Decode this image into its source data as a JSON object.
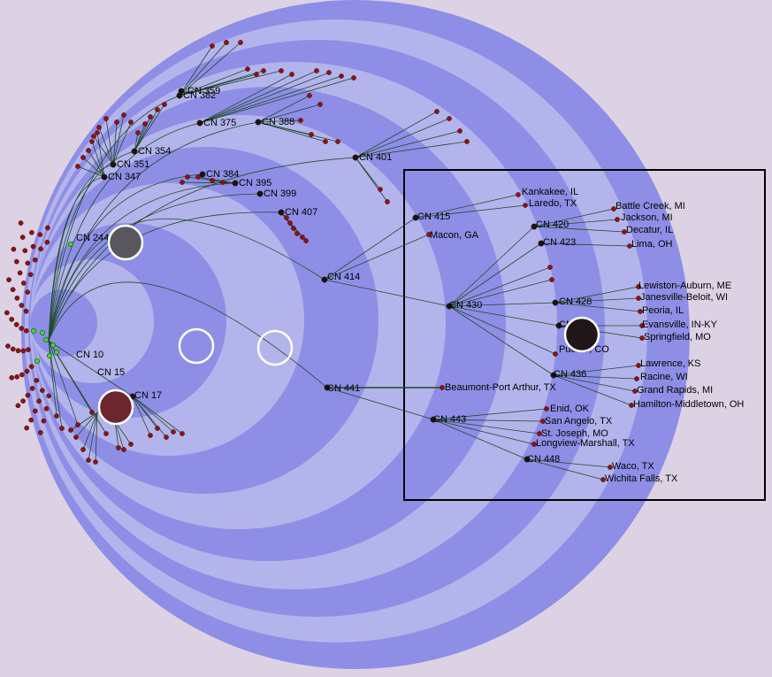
{
  "colors": {
    "background": "#dcd2e4",
    "ring_dark": "#8e8ee6",
    "ring_light": "#b4b4ec",
    "edge": "#1f4a2a",
    "leaf_node": "#8a1414",
    "internal_node": "#151515",
    "highlight_node": "#33dd33",
    "focus_box": "#000000",
    "handle_gray": "#5a5660",
    "handle_maroon": "#6b2630",
    "handle_black": "#1e1618"
  },
  "cluster_labels": [
    "CN 414",
    "CN 441",
    "CN 415",
    "CN 420",
    "CN 423",
    "CN 430",
    "CN 428",
    "CN 433",
    "CN 436",
    "CN 443",
    "CN 448",
    "CN 401",
    "CN 399",
    "CN 407",
    "CN 395",
    "CN 384",
    "CN 375",
    "CN 388",
    "CN 382",
    "CN 359",
    "CN 354",
    "CN 351",
    "CN 347",
    "CN 244",
    "CN 10",
    "CN 15",
    "CN 17"
  ],
  "city_labels": [
    "Kankakee, IL",
    "Laredo, TX",
    "Macon, GA",
    "Battle Creek, MI",
    "Jackson, MI",
    "Decatur, IL",
    "Lima, OH",
    "Lewiston-Auburn, ME",
    "Janesville-Beloit, WI",
    "Peoria, IL",
    "Evansville, IN-KY",
    "Springfield, MO",
    "Pueblo, CO",
    "Lawrence, KS",
    "Racine, WI",
    "Grand Rapids, MI",
    "Hamilton-Middletown, OH",
    "Beaumont-Port Arthur, TX",
    "Enid, OK",
    "San Angelo, TX",
    "St. Joseph, MO",
    "Longview-Marshall, TX",
    "Waco, TX",
    "Wichita Falls, TX"
  ]
}
